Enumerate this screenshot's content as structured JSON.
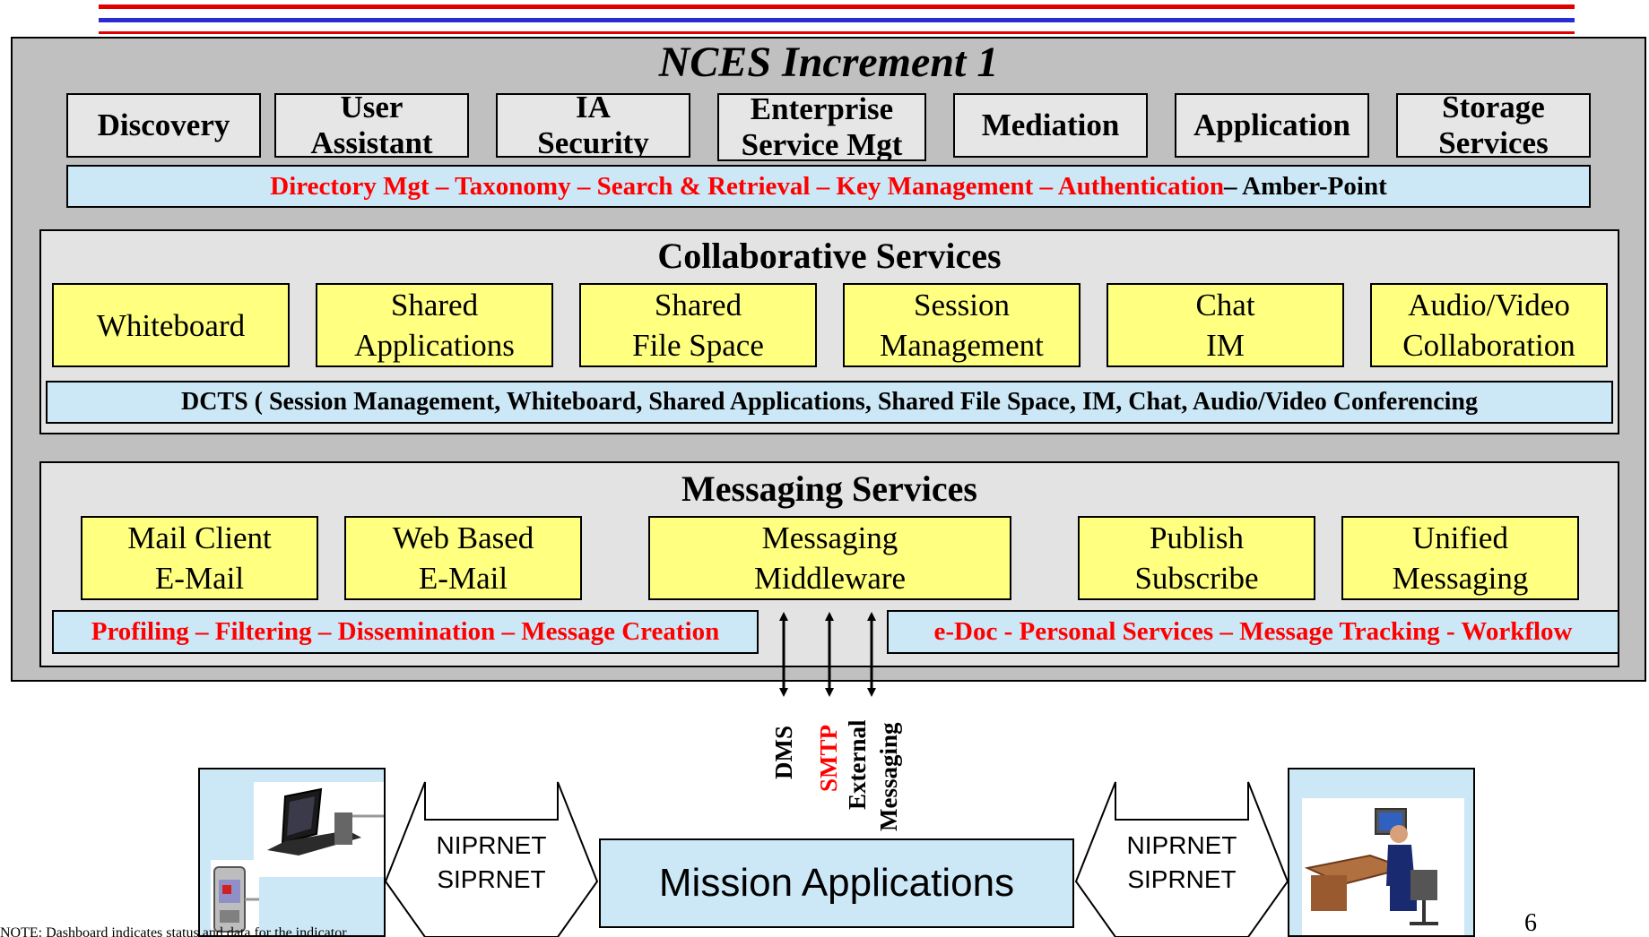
{
  "colors": {
    "red_rule": "#e00000",
    "blue_rule": "#2b2bd0",
    "panel_grey": "#c0c0c0",
    "yellow": "#ffff80",
    "light_blue": "#cce8f6"
  },
  "title": "NCES Increment 1",
  "core_services": [
    {
      "line1": "Discovery",
      "line2": ""
    },
    {
      "line1": "User",
      "line2": "Assistant"
    },
    {
      "line1": "IA",
      "line2": "Security"
    },
    {
      "line1": "Enterprise",
      "line2": "Service Mgt"
    },
    {
      "line1": "Mediation",
      "line2": ""
    },
    {
      "line1": "Application",
      "line2": ""
    },
    {
      "line1": "Storage",
      "line2": "Services"
    }
  ],
  "core_bar": {
    "red_text": "Directory Mgt – Taxonomy – Search & Retrieval – Key Management – Authentication",
    "black_text": " – Amber-Point"
  },
  "collab": {
    "title": "Collaborative Services",
    "items": [
      {
        "line1": "Whiteboard",
        "line2": ""
      },
      {
        "line1": "Shared",
        "line2": "Applications"
      },
      {
        "line1": "Shared",
        "line2": "File Space"
      },
      {
        "line1": "Session",
        "line2": "Management"
      },
      {
        "line1": "Chat",
        "line2": "IM"
      },
      {
        "line1": "Audio/Video",
        "line2": "Collaboration"
      }
    ],
    "bar": "DCTS ( Session Management, Whiteboard, Shared Applications, Shared File Space, IM, Chat, Audio/Video Conferencing"
  },
  "messaging": {
    "title": "Messaging Services",
    "items": [
      {
        "line1": "Mail Client",
        "line2": "E-Mail"
      },
      {
        "line1": "Web Based",
        "line2": "E-Mail"
      },
      {
        "line1": "Messaging",
        "line2": "Middleware"
      },
      {
        "line1": "Publish",
        "line2": "Subscribe"
      },
      {
        "line1": "Unified",
        "line2": "Messaging"
      }
    ],
    "left_bar": "Profiling – Filtering – Dissemination – Message Creation",
    "right_bar": "e-Doc - Personal Services – Message Tracking - Workflow"
  },
  "protocols": {
    "dms": "DMS",
    "smtp": "SMTP",
    "external_1": "External",
    "external_2": "Messaging"
  },
  "mission_applications": "Mission Applications",
  "left_arrow": {
    "line1": "NIPRNET",
    "line2": "SIPRNET"
  },
  "right_arrow": {
    "line1": "NIPRNET",
    "line2": "SIPRNET"
  },
  "page_number": "6",
  "footnote": "NOTE: Dashboard indicates status and data for the indicator"
}
